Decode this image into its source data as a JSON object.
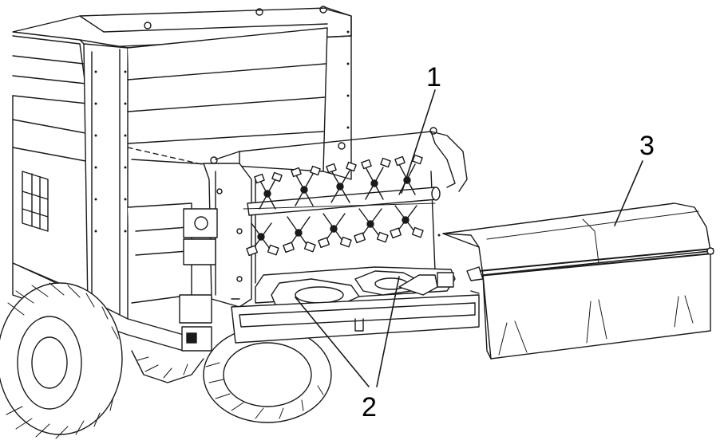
{
  "callouts": [
    {
      "id": "1",
      "label": "1"
    },
    {
      "id": "2",
      "label": "2"
    },
    {
      "id": "3",
      "label": "3"
    }
  ],
  "colors": {
    "line": "#1a1a1a",
    "fill": "#ffffff",
    "shade": "#d9d9d9"
  }
}
